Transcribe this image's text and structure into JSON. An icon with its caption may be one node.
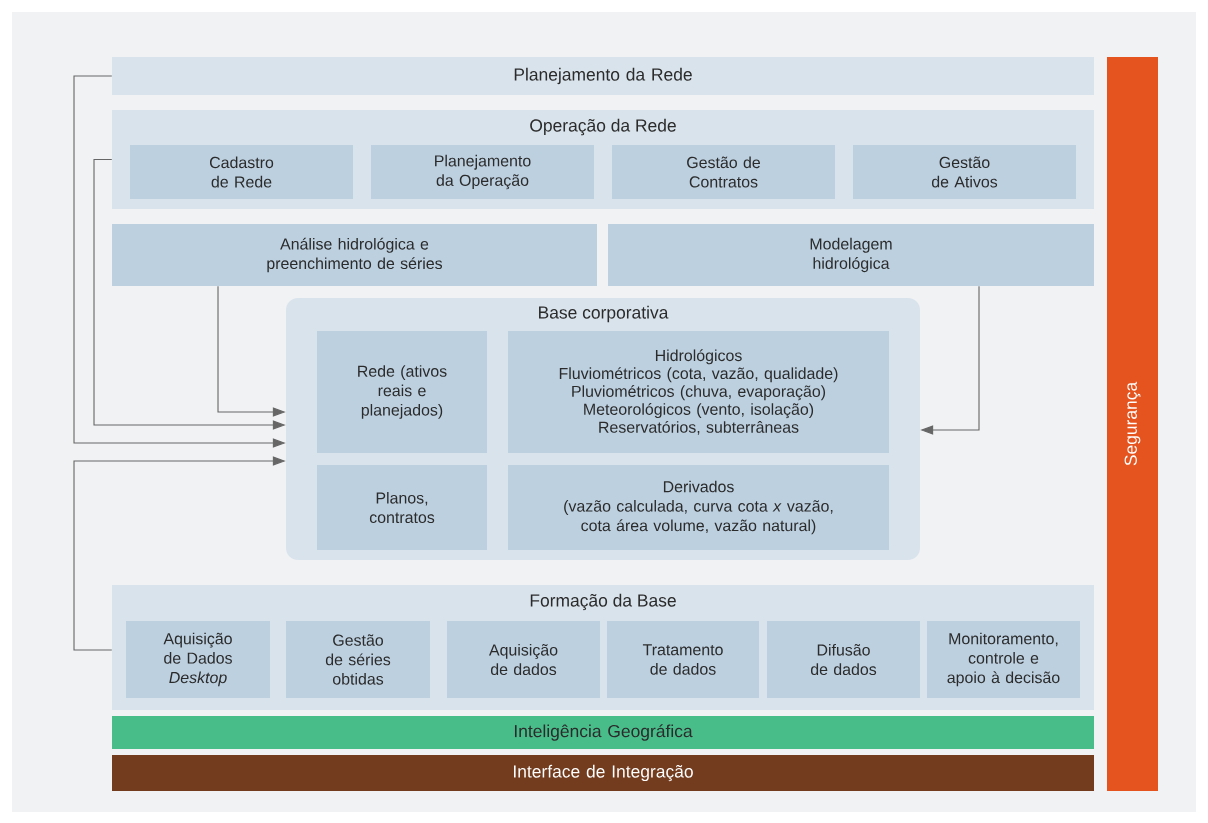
{
  "diagram": {
    "nodes": [
      {
        "text": [
          "Planejamento da Rede"
        ]
      },
      {
        "text": [
          "Operação da Rede"
        ]
      },
      {
        "text": [
          "Cadastro de Rede"
        ],
        "in": 1
      },
      {
        "text": [
          "Planejamento da Operação"
        ],
        "in": 1
      },
      {
        "text": [
          "Gestão de Contratos"
        ],
        "in": 1
      },
      {
        "text": [
          "Gestão de Ativos"
        ],
        "in": 1
      },
      {
        "text": [
          "Análise hidrológica e preenchimento de séries"
        ]
      },
      {
        "text": [
          "Modelagem hidrológica"
        ]
      },
      {
        "text": [
          "Base corporativa"
        ]
      },
      {
        "text": [
          "Rede (ativos reais e planejados)"
        ],
        "in": 8
      },
      {
        "text": [
          "Hidrológicos",
          "Fluviométricos (cota, vazão, qualidade)",
          "Pluviométricos (chuva, evaporação)",
          "Meteorológicos (vento, isolação)",
          "Reservatórios, subterrâneas"
        ],
        "in": 8
      },
      {
        "text": [
          "Planos, contratos"
        ],
        "in": 8
      },
      {
        "text": [
          "Derivados",
          "(vazão calculada, curva cota *x* vazão, cota área volume, vazão natural)"
        ],
        "in": 8
      },
      {
        "text": [
          "Formação da Base"
        ]
      },
      {
        "text": [
          "Aquisição de Dados *Desktop*"
        ],
        "in": 13
      },
      {
        "text": [
          "Gestão de séries obtidas"
        ],
        "in": 13
      },
      {
        "text": [
          "Aquisição de dados"
        ],
        "in": 13
      },
      {
        "text": [
          "Tratamento de dados"
        ],
        "in": 13
      },
      {
        "text": [
          "Difusão de dados"
        ],
        "in": 13
      },
      {
        "text": [
          "Monitoramento, controle e apoio à decisão"
        ],
        "in": 13
      },
      {
        "text": [
          "Inteligência Geográfica"
        ]
      },
      {
        "text": [
          "Interface de Integração"
        ]
      },
      {
        "text": [
          "Segurança"
        ]
      }
    ],
    "edges": [
      {
        "from": 0,
        "to": 8,
        "arrow": "to"
      },
      {
        "from": 1,
        "to": 8,
        "arrow": "to"
      },
      {
        "from": 6,
        "to": 8,
        "arrow": "to"
      },
      {
        "from": 7,
        "to": 8,
        "arrow": "to"
      },
      {
        "from": 13,
        "to": 8,
        "arrow": "to"
      }
    ]
  }
}
